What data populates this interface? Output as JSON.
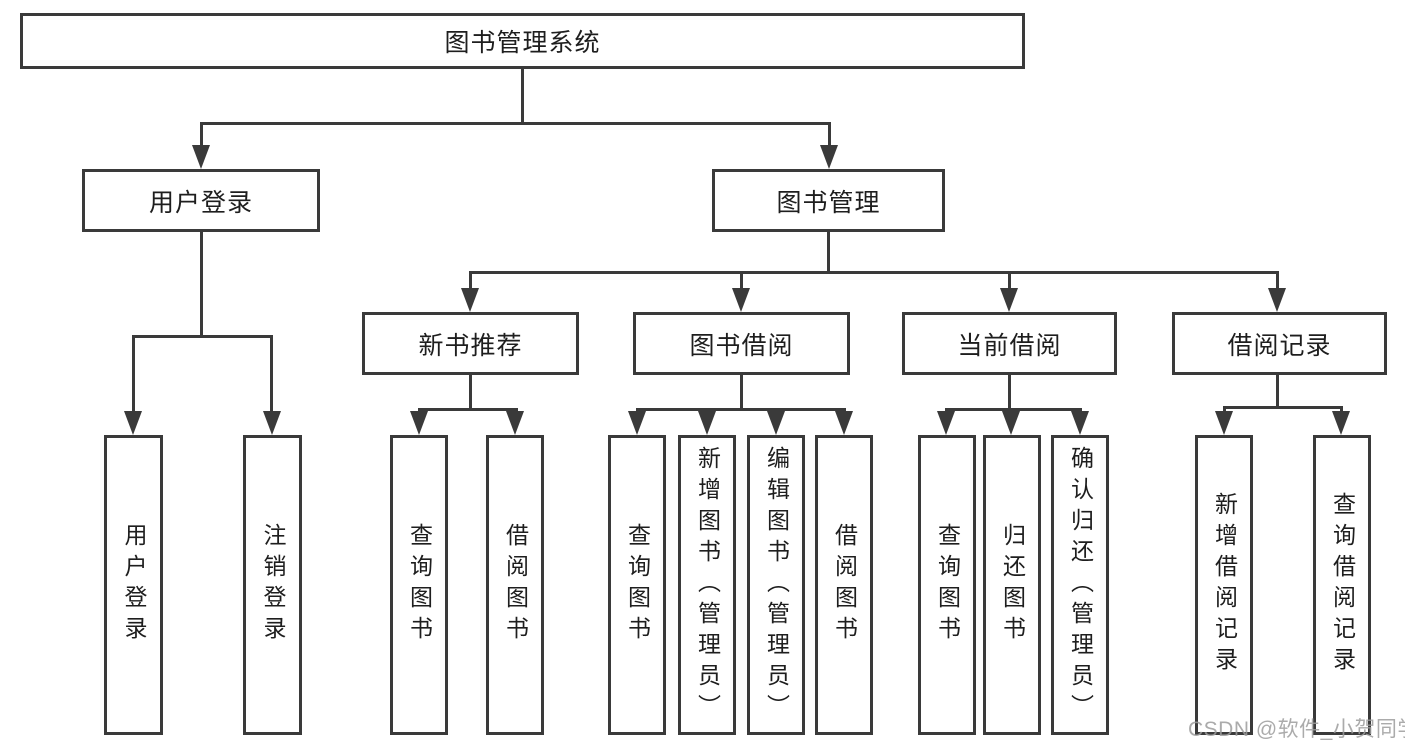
{
  "diagram": {
    "root": "图书管理系统",
    "level2": [
      "用户登录",
      "图书管理"
    ],
    "level3": [
      "新书推荐",
      "图书借阅",
      "当前借阅",
      "借阅记录"
    ],
    "leaves": [
      "用户登录",
      "注销登录",
      "查询图书",
      "借阅图书",
      "查询图书",
      "新增图书（管理员）",
      "编辑图书（管理员）",
      "借阅图书",
      "查询图书",
      "归还图书",
      "确认归还（管理员）",
      "新增借阅记录",
      "查询借阅记录"
    ]
  },
  "watermark": "CSDN @软件_小贺同学",
  "colors": {
    "line": "#3a3a3a",
    "text": "#1e1e1e",
    "background": "#ffffff",
    "watermark": "#9d9d9d"
  }
}
